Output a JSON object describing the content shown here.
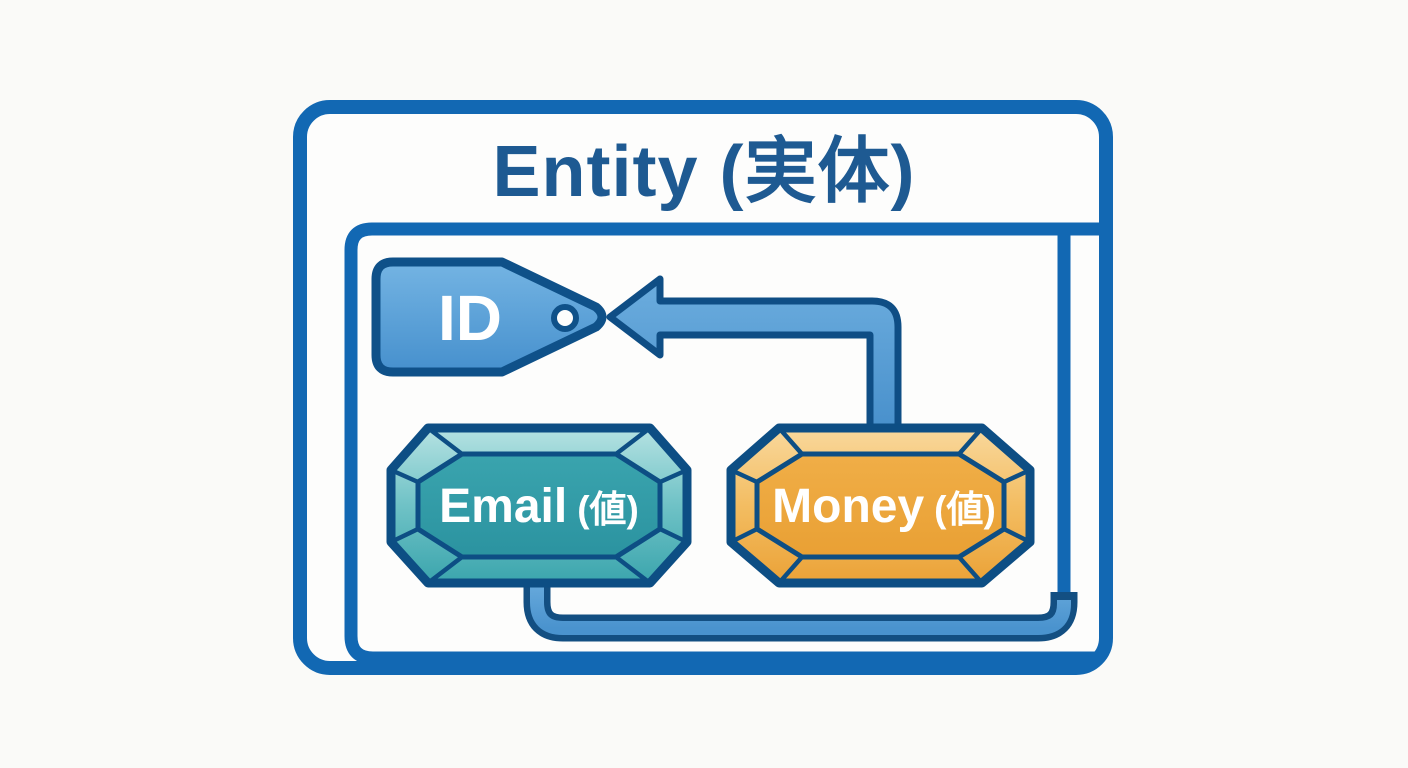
{
  "diagram": {
    "title": "Entity (実体)",
    "id_tag": {
      "label": "ID"
    },
    "email_gem": {
      "name": "Email",
      "suffix": "(値)",
      "full_label": "Email (値)"
    },
    "money_gem": {
      "name": "Money",
      "suffix": "(値)",
      "full_label": "Money (値)"
    },
    "colors": {
      "background": "#fafaf8",
      "box_border_blue": "#1268b3",
      "title_text_blue": "#1e5a92",
      "dark_outline": "#0f4e84",
      "tag_fill_blue": "#5aa2da",
      "arrow_fill_blue": "#559ed7",
      "pipe_fill_blue": "#5aa2da",
      "email_gem_teal": "#2f9aa6",
      "email_gem_ring_light": "#b3e1e2",
      "money_gem_orange": "#eca53c",
      "money_gem_ring_light": "#f9d89c",
      "label_white": "#ffffff"
    }
  }
}
